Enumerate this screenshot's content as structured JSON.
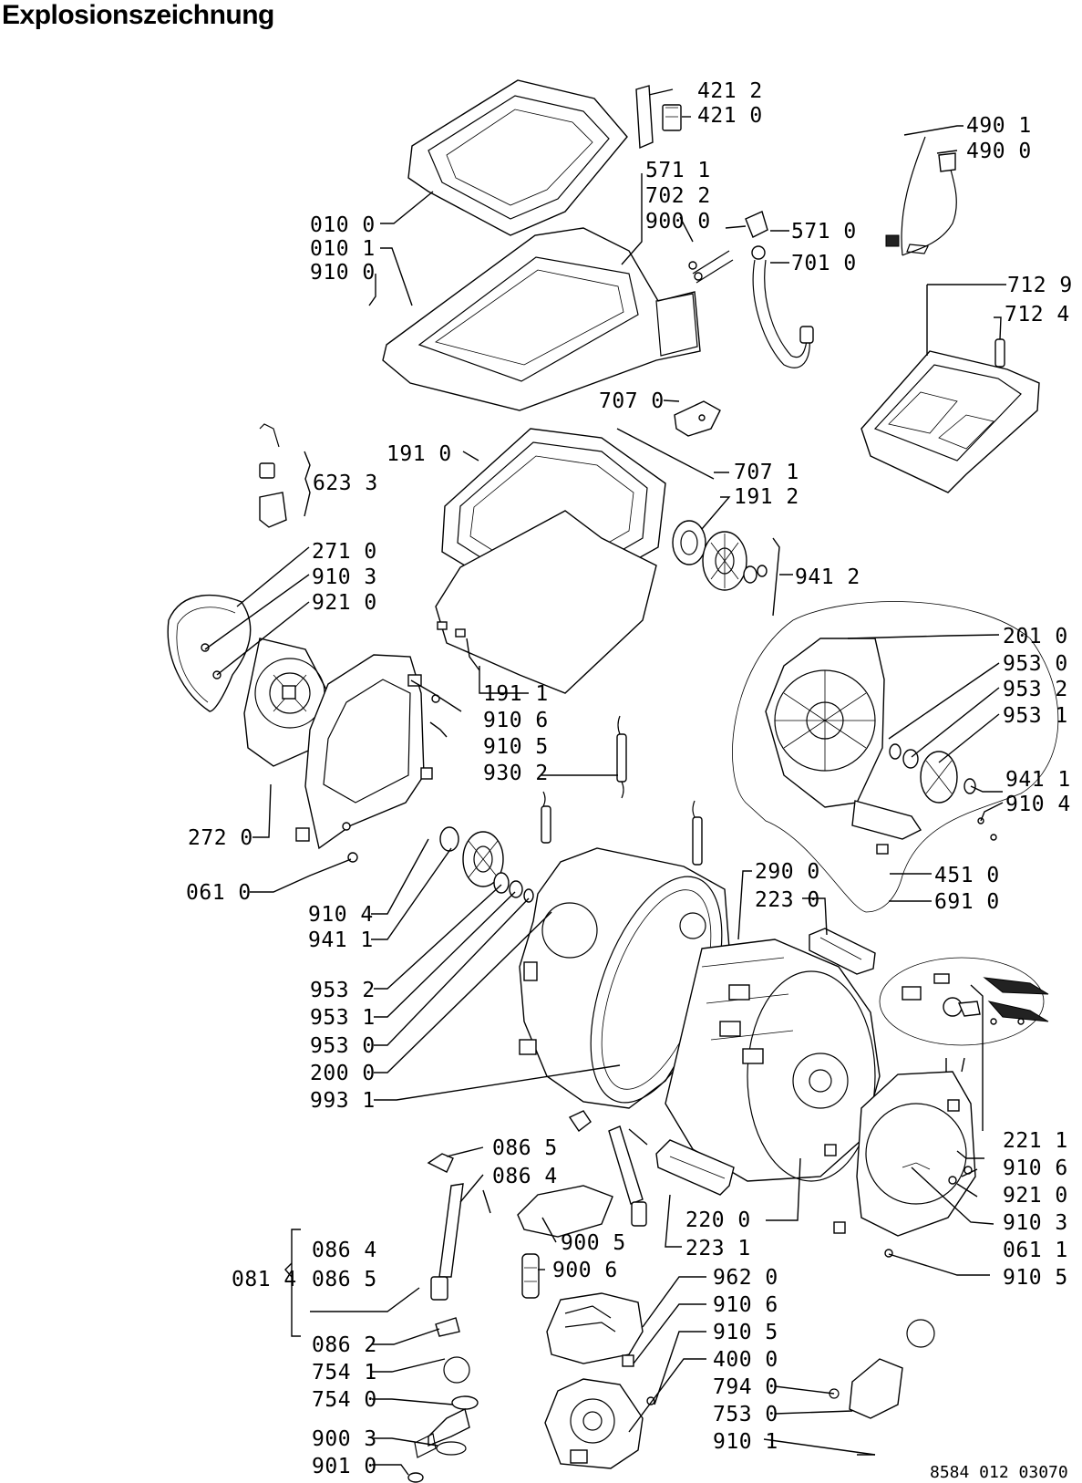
{
  "title": "Explosionszeichnung",
  "document_number": "8584 012 03070",
  "labels": {
    "l4212": "421 2",
    "l4210": "421 0",
    "l5711": "571 1",
    "l7022": "702 2",
    "l9000": "900 0",
    "l4901": "490 1",
    "l4900": "490 0",
    "l0100": "010 0",
    "l0101": "010 1",
    "l9100": "910 0",
    "l5710": "571 0",
    "l7010": "701 0",
    "l7129": "712 9",
    "l7124": "712 4",
    "l7070": "707 0",
    "l1910": "191 0",
    "l6233": "623 3",
    "l7071": "707 1",
    "l1912": "191 2",
    "l9412": "941 2",
    "l2710": "271 0",
    "l9103a": "910 3",
    "l9210a": "921 0",
    "l2010": "201 0",
    "l9530a": "953 0",
    "l9532a": "953 2",
    "l9531a": "953 1",
    "l1911": "191 1",
    "l9106a": "910 6",
    "l9105a": "910 5",
    "l9302": "930 2",
    "l9411a": "941 1",
    "l9104a": "910 4",
    "l2720": "272 0",
    "l4510": "451 0",
    "l0610a": "061 0",
    "l6910": "691 0",
    "l2900": "290 0",
    "l2230": "223 0",
    "l9104b": "910 4",
    "l9411b": "941 1",
    "l9532b": "953 2",
    "l9531b": "953 1",
    "l9530b": "953 0",
    "l2000": "200 0",
    "l9931": "993 1",
    "l2211": "221 1",
    "l9106b": "910 6",
    "l0865a": "086 5",
    "l0864a": "086 4",
    "l9210b": "921 0",
    "l2200": "220 0",
    "l9103b": "910 3",
    "l9005": "900 5",
    "l2231": "223 1",
    "l0611": "061 1",
    "l0864b": "086 4",
    "l0814": "081 4",
    "l0865b": "086 5",
    "l9006": "900 6",
    "l9105b": "910 5",
    "l9620": "962 0",
    "l9106c": "910 6",
    "l0862": "086 2",
    "l9105c": "910 5",
    "l7541": "754 1",
    "l4000": "400 0",
    "l7540": "754 0",
    "l7940": "794 0",
    "l7530": "753 0",
    "l9003": "900 3",
    "l9101": "910 1",
    "l9010": "901 0"
  }
}
